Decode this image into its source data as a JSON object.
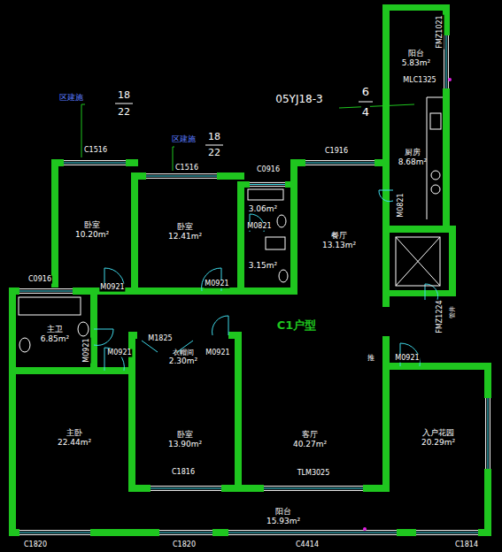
{
  "diagram": {
    "nodes": [
      {
        "text": [
          "阳台",
          "5.83m²"
        ]
      },
      {
        "text": [
          "厨房",
          "8.68m²"
        ]
      },
      {
        "text": [
          "卧室",
          "10.20m²"
        ]
      },
      {
        "text": [
          "卧室",
          "12.41m²"
        ]
      },
      {
        "text": [
          "3.06m²"
        ]
      },
      {
        "text": [
          "餐厅",
          "13.13m²"
        ]
      },
      {
        "text": [
          "3.15m²"
        ]
      },
      {
        "text": [
          "主卫",
          "6.85m²"
        ]
      },
      {
        "text": [
          "衣帽间",
          "2.30m²"
        ]
      },
      {
        "text": [
          "主卧",
          "22.44m²"
        ]
      },
      {
        "text": [
          "卧室",
          "13.90m²"
        ]
      },
      {
        "text": [
          "客厅",
          "40.27m²"
        ]
      },
      {
        "text": [
          "入户花园",
          "20.29m²"
        ]
      },
      {
        "text": [
          "阳台",
          "15.93m²"
        ]
      }
    ],
    "labels": [
      "FMZ1021",
      "MLC1325",
      "05YJ18-3",
      "6",
      "4",
      "M0821",
      "区建施",
      "18",
      "22",
      "区建施",
      "18",
      "22",
      "C1516",
      "C1516",
      "C0916",
      "C1916",
      "M0821",
      "M0921",
      "M0921",
      "C0916",
      "M0921",
      "M0921",
      "M1825",
      "M0921",
      "C1户型",
      "FMZ1224",
      "管井",
      "推",
      "M0921",
      "C1816",
      "TLM3025",
      "C1820",
      "C1820",
      "C4414",
      "C1814"
    ]
  }
}
